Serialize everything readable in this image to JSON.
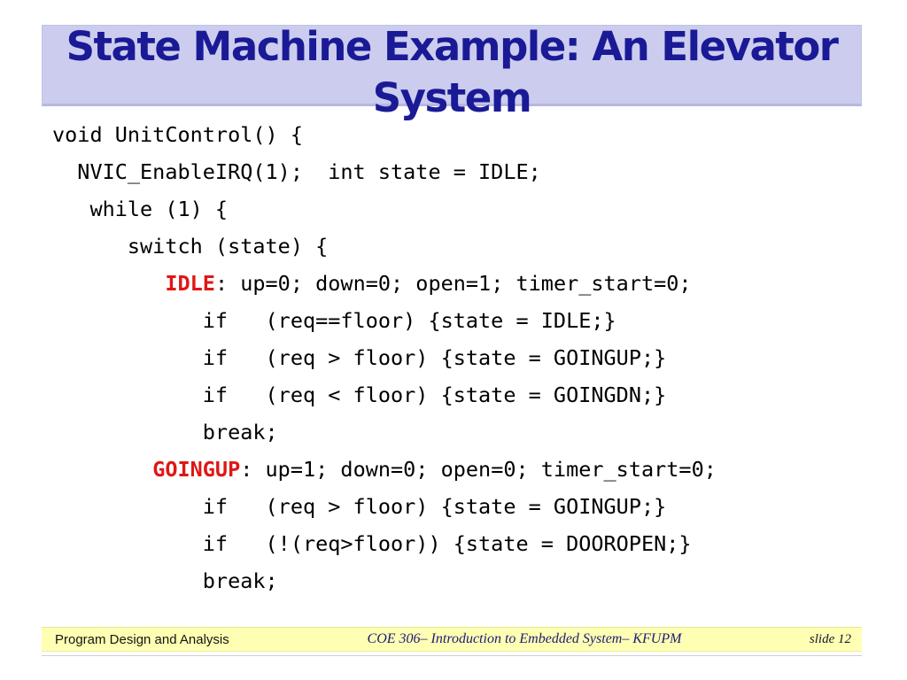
{
  "slide": {
    "title": {
      "text": "State Machine Example: An Elevator System",
      "lines": [
        "State Machine Example: An Elevator",
        "System"
      ]
    },
    "code": {
      "lines": [
        {
          "text": "void UnitControl() {"
        },
        {
          "text": "  NVIC_EnableIRQ(1);  int state = IDLE;"
        },
        {
          "text": "   while (1) {"
        },
        {
          "text": "      switch (state) {"
        },
        {
          "pre": "         ",
          "keyword": "IDLE",
          "rest": ": up=0; down=0; open=1; timer_start=0;"
        },
        {
          "text": "            if   (req==floor) {state = IDLE;}"
        },
        {
          "text": "            if   (req > floor) {state = GOINGUP;}"
        },
        {
          "text": "            if   (req < floor) {state = GOINGDN;}"
        },
        {
          "text": "            break;"
        },
        {
          "pre": "        ",
          "keyword": "GOINGUP",
          "rest": ": up=1; down=0; open=0; timer_start=0;"
        },
        {
          "text": "            if   (req > floor) {state = GOINGUP;}"
        },
        {
          "text": "            if   (!(req>floor)) {state = DOOROPEN;}"
        },
        {
          "text": "            break;"
        }
      ]
    },
    "footer": {
      "left": "Program Design and Analysis",
      "center": "COE 306– Introduction to Embedded System– KFUPM",
      "right": "slide 12"
    },
    "colors": {
      "banner_bg": "#ccccee",
      "title_text": "#1a1a96",
      "code_text": "#000000",
      "keyword_red": "#e01616",
      "footer_bg": "#ffffb3",
      "footer_center_text": "#1b1b78"
    }
  }
}
